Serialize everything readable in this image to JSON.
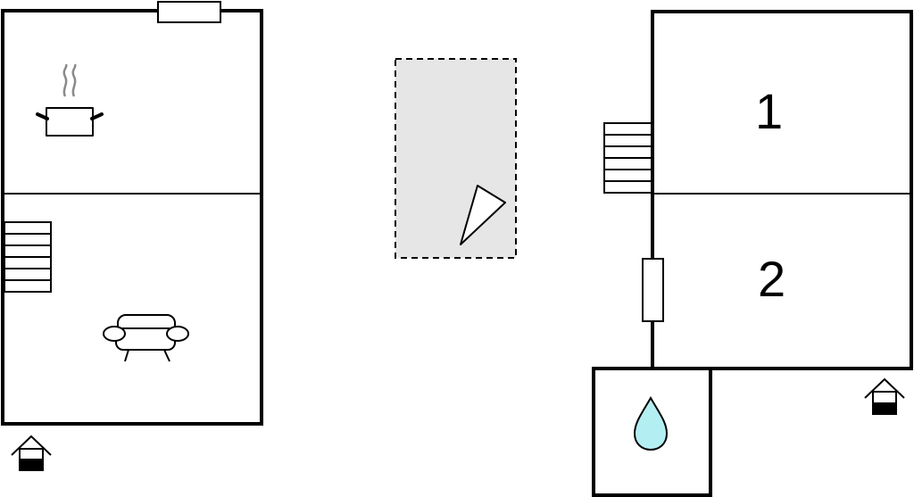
{
  "floorplan": {
    "rooms": [
      {
        "id": "kitchen",
        "label": "",
        "icon": "cooking-pot-icon"
      },
      {
        "id": "living-room",
        "label": "",
        "icon": "sofa-icon"
      },
      {
        "id": "bedroom-1",
        "label": "1"
      },
      {
        "id": "bedroom-2",
        "label": "2"
      },
      {
        "id": "bathroom",
        "label": "",
        "icon": "water-drop-icon"
      }
    ],
    "terrace": {
      "style": "dashed",
      "fill": "#e6e6e6",
      "icon": "parasol-icon"
    },
    "entrances": [
      "entrance-house-icon-left",
      "entrance-house-icon-right"
    ],
    "stairs": [
      "stairs-left",
      "stairs-right"
    ],
    "colors": {
      "wall": "#000000",
      "water": "#b3eef2",
      "terrace": "#e6e6e6",
      "steam": "#8a8a8a"
    }
  }
}
